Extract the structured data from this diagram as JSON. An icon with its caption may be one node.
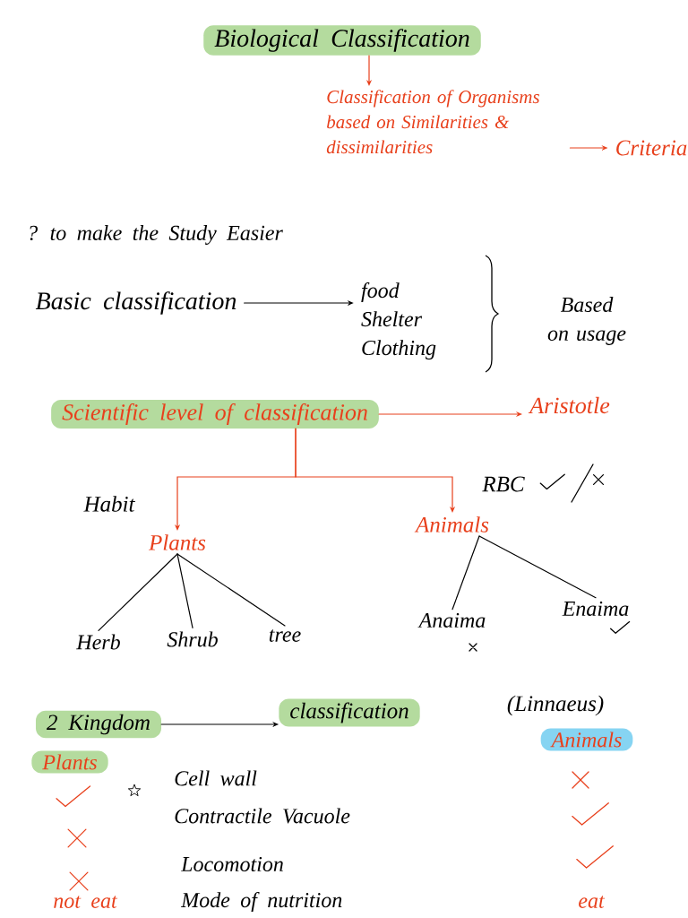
{
  "diagram": {
    "nodes": [
      {
        "text": [
          "Biological Classification"
        ]
      },
      {
        "text": [
          "Classification of Organisms based on Similarities & dissimilarities"
        ]
      },
      {
        "text": [
          "Criteria"
        ]
      },
      {
        "text": [
          "Basic classification"
        ]
      },
      {
        "text": [
          "food",
          "Shelter",
          "Clothing"
        ]
      },
      {
        "text": [
          "Scientific level of classification"
        ]
      },
      {
        "text": [
          "Aristotle"
        ]
      },
      {
        "text": [
          "Plants"
        ]
      },
      {
        "text": [
          "Animals"
        ]
      },
      {
        "text": [
          "Herb"
        ]
      },
      {
        "text": [
          "Shrub"
        ]
      },
      {
        "text": [
          "tree"
        ]
      },
      {
        "text": [
          "Anaima"
        ]
      },
      {
        "text": [
          "Enaima"
        ]
      },
      {
        "text": [
          "2 Kingdom"
        ]
      },
      {
        "text": [
          "classification"
        ]
      },
      {
        "text": [
          "Plants"
        ]
      },
      {
        "text": [
          "Animals"
        ]
      }
    ],
    "edges": [
      {
        "from": 0,
        "to": 1,
        "arrow": "to",
        "color": "#e8401c"
      },
      {
        "from": 1,
        "to": 2,
        "arrow": "to",
        "color": "#e8401c"
      },
      {
        "from": 3,
        "to": 4,
        "arrow": "to"
      },
      {
        "from": 5,
        "to": 6,
        "arrow": "to",
        "color": "#e8401c"
      },
      {
        "from": 5,
        "to": 7,
        "arrow": "to",
        "color": "#e8401c"
      },
      {
        "from": 5,
        "to": 8,
        "arrow": "to",
        "color": "#e8401c"
      },
      {
        "from": 7,
        "to": 9,
        "arrow": "none"
      },
      {
        "from": 7,
        "to": 10,
        "arrow": "none"
      },
      {
        "from": 7,
        "to": 11,
        "arrow": "none"
      },
      {
        "from": 8,
        "to": 12,
        "arrow": "none"
      },
      {
        "from": 8,
        "to": 13,
        "arrow": "none"
      },
      {
        "from": 14,
        "to": 15,
        "arrow": "to"
      }
    ],
    "labels": [
      "? to make the Study Easier",
      "Based on usage",
      "Habit",
      "RBC",
      "(Linnaeus)",
      "Cell wall",
      "Contractile Vacuole",
      "Locomotion",
      "not eat",
      "Mode of nutrition",
      "eat"
    ]
  }
}
